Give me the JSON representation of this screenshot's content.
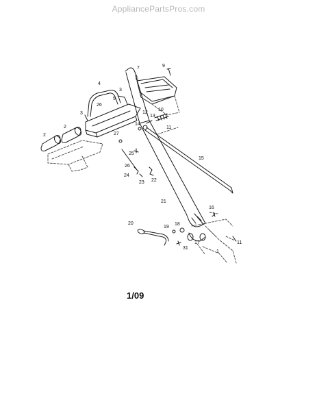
{
  "watermark": "AppliancePartsPros.com",
  "date_code": "1/09",
  "callouts": [
    {
      "id": "c1",
      "text": "7"
    },
    {
      "id": "c2",
      "text": "9"
    },
    {
      "id": "c3",
      "text": "6"
    },
    {
      "id": "c4",
      "text": "4"
    },
    {
      "id": "c5",
      "text": "3"
    },
    {
      "id": "c6",
      "text": "5"
    },
    {
      "id": "c7",
      "text": "26"
    },
    {
      "id": "c8",
      "text": "3"
    },
    {
      "id": "c9",
      "text": "10"
    },
    {
      "id": "c10",
      "text": "12"
    },
    {
      "id": "c11",
      "text": "13"
    },
    {
      "id": "c12",
      "text": "14"
    },
    {
      "id": "c13",
      "text": "11"
    },
    {
      "id": "c14",
      "text": "2"
    },
    {
      "id": "c15",
      "text": "2"
    },
    {
      "id": "c16",
      "text": "27"
    },
    {
      "id": "c17",
      "text": "15"
    },
    {
      "id": "c18",
      "text": "25"
    },
    {
      "id": "c19",
      "text": "26"
    },
    {
      "id": "c20",
      "text": "24"
    },
    {
      "id": "c21",
      "text": "23"
    },
    {
      "id": "c22",
      "text": "22"
    },
    {
      "id": "c23",
      "text": "21"
    },
    {
      "id": "c24",
      "text": "16"
    },
    {
      "id": "c25",
      "text": "20"
    },
    {
      "id": "c26",
      "text": "19"
    },
    {
      "id": "c27",
      "text": "18"
    },
    {
      "id": "c28",
      "text": "17"
    },
    {
      "id": "c29",
      "text": "1"
    },
    {
      "id": "c30",
      "text": "11"
    },
    {
      "id": "c31",
      "text": "31"
    }
  ]
}
